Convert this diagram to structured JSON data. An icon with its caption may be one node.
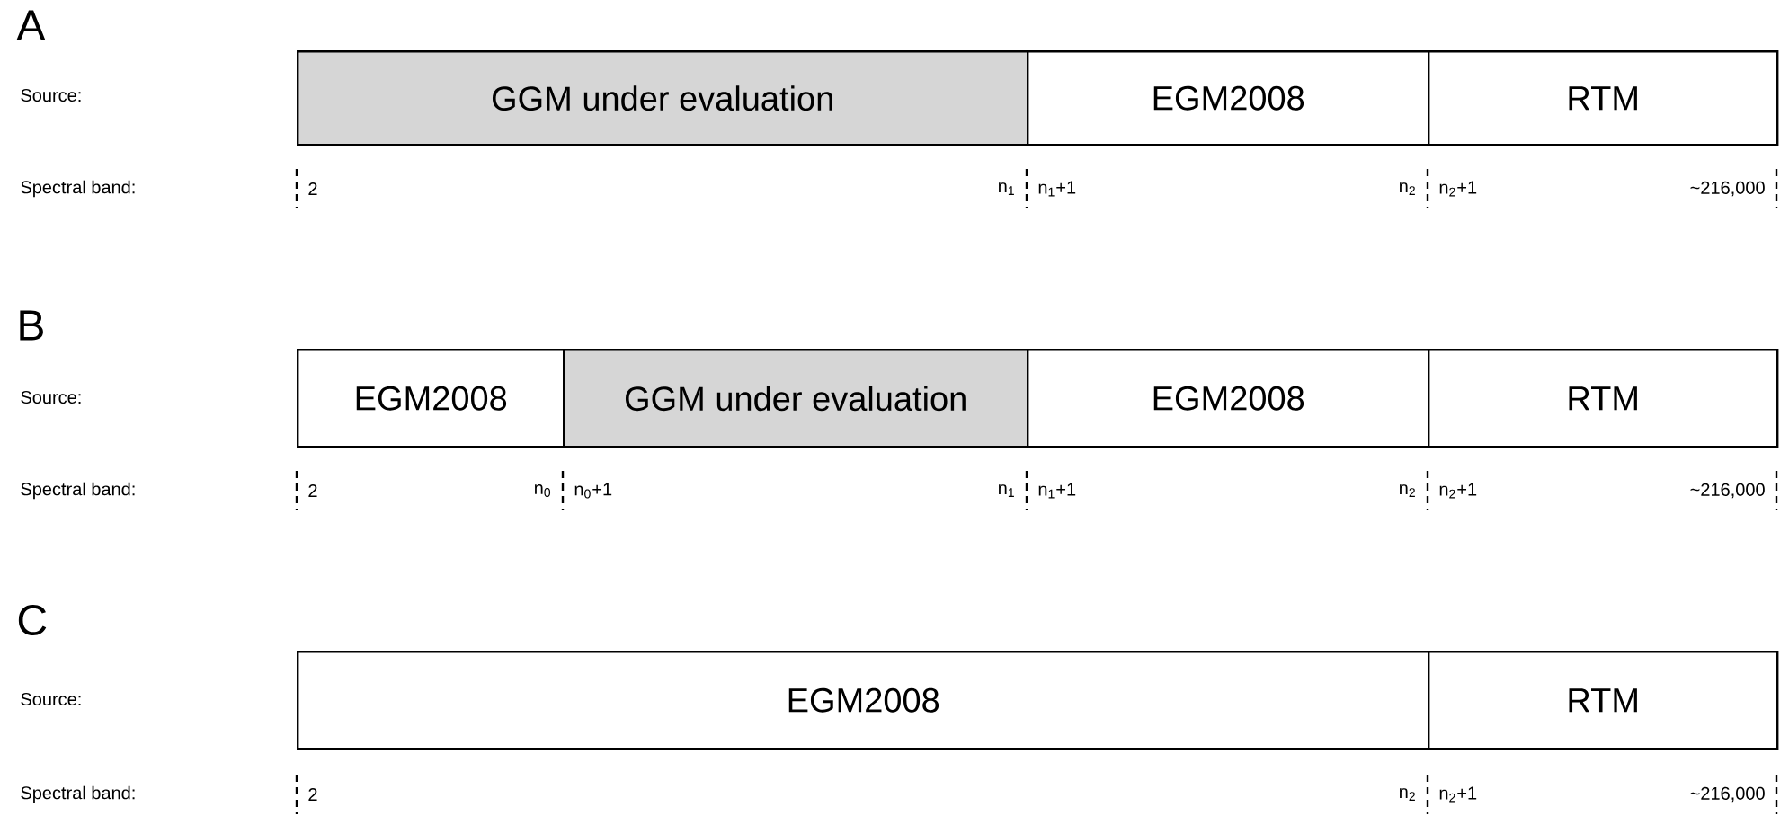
{
  "diagram": {
    "nodes": [
      {
        "text": [
          "GGM under evaluation"
        ]
      },
      {
        "text": [
          "EGM2008"
        ]
      },
      {
        "text": [
          "RTM"
        ]
      },
      {
        "text": [
          "EGM2008"
        ]
      },
      {
        "text": [
          "GGM under evaluation"
        ]
      },
      {
        "text": [
          "EGM2008"
        ]
      },
      {
        "text": [
          "RTM"
        ]
      },
      {
        "text": [
          "EGM2008"
        ]
      },
      {
        "text": [
          "RTM"
        ]
      }
    ],
    "edges": [],
    "labels": [
      "A",
      "Source:",
      "Spectral band:",
      "2",
      "n$_{1}$",
      "n$_{1}$+1",
      "n$_{2}$",
      "n$_{2}$+1",
      "~216,000",
      "B",
      "Source:",
      "Spectral band:",
      "2",
      "n$_{0}$",
      "n$_{0}$+1",
      "n$_{1}$",
      "n$_{1}$+1",
      "n$_{2}$",
      "n$_{2}$+1",
      "~216,000",
      "C",
      "Source:",
      "Spectral band:",
      "2",
      "n$_{2}$",
      "n$_{2}$+1",
      "~216,000"
    ]
  }
}
